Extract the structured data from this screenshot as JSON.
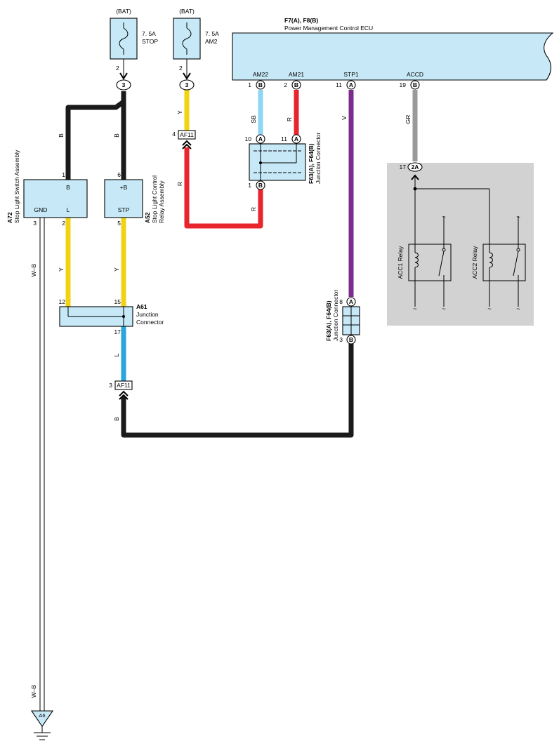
{
  "colors": {
    "black_wire": "#1a1a1a",
    "yellow_wire": "#f2d313",
    "red_wire": "#e8242c",
    "purple_wire": "#7d2c8e",
    "light_blue_wire": "#8ed6f2",
    "blue_wire": "#29a6de",
    "gray_wire": "#9a9a9a",
    "component_fill": "#c7e9f7",
    "relay_block_fill": "#d2d2d2"
  },
  "fuses": [
    {
      "source": "(BAT)",
      "rating": "7. 5A",
      "name": "STOP",
      "pin": "2",
      "connector": "3"
    },
    {
      "source": "(BAT)",
      "rating": "7. 5A",
      "name": "AM2",
      "pin": "2",
      "connector": "3"
    }
  ],
  "ecu": {
    "code": "F7(A), F8(B)",
    "name": "Power Management Control ECU",
    "terminals": [
      {
        "label": "AM22",
        "pin": "1",
        "conn": "B",
        "wire": "SB"
      },
      {
        "label": "AM21",
        "pin": "2",
        "conn": "B",
        "wire": "R"
      },
      {
        "label": "STP1",
        "pin": "11",
        "conn": "A",
        "wire": "V"
      },
      {
        "label": "ACCD",
        "pin": "19",
        "conn": "B",
        "wire": "GR"
      }
    ]
  },
  "a72": {
    "code": "A72",
    "name": "Stop Light Switch Assembly",
    "t_b": "B",
    "t_gnd": "GND",
    "t_l": "L",
    "pin_b": "1",
    "pin_gnd": "3",
    "pin_l": "2"
  },
  "a52": {
    "code": "A52",
    "name1": "Stop Light Control",
    "name2": "Relay Assembly",
    "t_b": "+B",
    "t_stp": "STP",
    "pin_b": "6",
    "pin_stp": "5"
  },
  "a61": {
    "code": "A61",
    "name1": "Junction",
    "name2": "Connector",
    "pin_left": "12",
    "pin_right": "15",
    "pin_out": "17"
  },
  "jc_upper": {
    "code": "F63(A), F64(B)",
    "name": "Junction Connector",
    "pin_in1": "10",
    "conn_in1": "A",
    "pin_in2": "11",
    "conn_in2": "A",
    "pin_out": "1",
    "conn_out": "B"
  },
  "jc_lower": {
    "code": "F63(A), F64(B)",
    "name": "Junction Connector",
    "pin_in": "8",
    "conn_in": "A",
    "pin_out": "3",
    "conn_out": "B"
  },
  "af11": [
    {
      "pin": "4",
      "label": "AF11"
    },
    {
      "pin": "3",
      "label": "AF11"
    }
  ],
  "relay_block": {
    "pin": "17",
    "conn": "2A",
    "relay1": "ACC1 Relay",
    "relay2": "ACC2 Relay",
    "tilde": "~"
  },
  "wire_labels": {
    "b": "B",
    "y": "Y",
    "r": "R",
    "sb": "SB",
    "v": "V",
    "gr": "GR",
    "l": "L",
    "wb": "W–B"
  },
  "ground": {
    "label": "A6"
  }
}
